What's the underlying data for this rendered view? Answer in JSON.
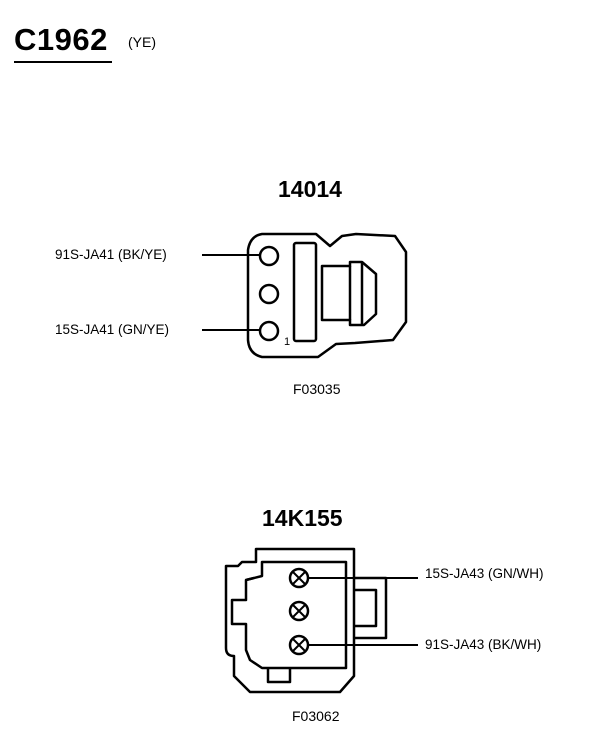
{
  "header": {
    "connector_id": "C1962",
    "color_code": "(YE)"
  },
  "connectors": [
    {
      "part_number": "14014",
      "figure_ref": "F03035",
      "pin_number_label": "1",
      "pins": [
        {
          "label": "91S-JA41 (BK/YE)"
        },
        {
          "label": "15S-JA41 (GN/YE)"
        }
      ]
    },
    {
      "part_number": "14K155",
      "figure_ref": "F03062",
      "pins": [
        {
          "label": "15S-JA43 (GN/WH)"
        },
        {
          "label": "91S-JA43 (BK/WH)"
        }
      ]
    }
  ]
}
